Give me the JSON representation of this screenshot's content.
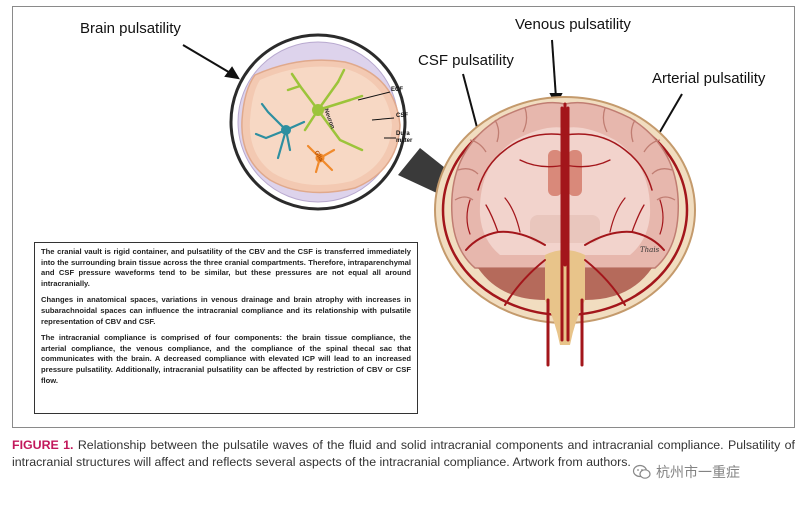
{
  "labels": {
    "brain": "Brain pulsatility",
    "venous": "Venous pulsatility",
    "csf": "CSF pulsatility",
    "arterial": "Arterial pulsatility"
  },
  "inset_labels": {
    "ecf": "ECF",
    "csf": "CSF",
    "dura_line1": "Dura",
    "dura_line2": "mater",
    "neuron": "Neuron",
    "glia": "Glia"
  },
  "textbox": {
    "p1": "The cranial vault is rigid container, and pulsatility of the CBV and the CSF is transferred immediately into the surrounding brain tissue across the three cranial compartments. Therefore, intraparenchymal and CSF pressure waveforms tend to be similar, but these pressures are not equal all around intracranially.",
    "p2": "Changes in anatomical spaces, variations in venous drainage and brain atrophy with increases in subarachnoidal spaces can influence the intracranial compliance and its relationship with pulsatile representation of CBV and CSF.",
    "p3": "The intracranial compliance is comprised of four components: the brain tissue compliance, the arterial compliance, the venous compliance, and the compliance of the spinal thecal sac that communicates with the brain. A decreased compliance with elevated ICP will lead to an increased pressure pulsatility. Additionally, intracranial pulsatility can be affected by restriction of CBV or CSF flow."
  },
  "caption": {
    "label": "FIGURE 1.",
    "text": "Relationship between the pulsatile waves of the fluid and solid intracranial components and intracranial compliance. Pulsatility of intracranial structures will affect and reflects several aspects of the intracranial compliance. Artwork from authors."
  },
  "signature": "Thais",
  "watermark": "杭州市一重症",
  "colors": {
    "skull": "#f1ddc0",
    "cortex": "#e7b7ad",
    "white_matter": "#f2d3cc",
    "vessel": "#a3161b",
    "accent": "#c2185b"
  }
}
